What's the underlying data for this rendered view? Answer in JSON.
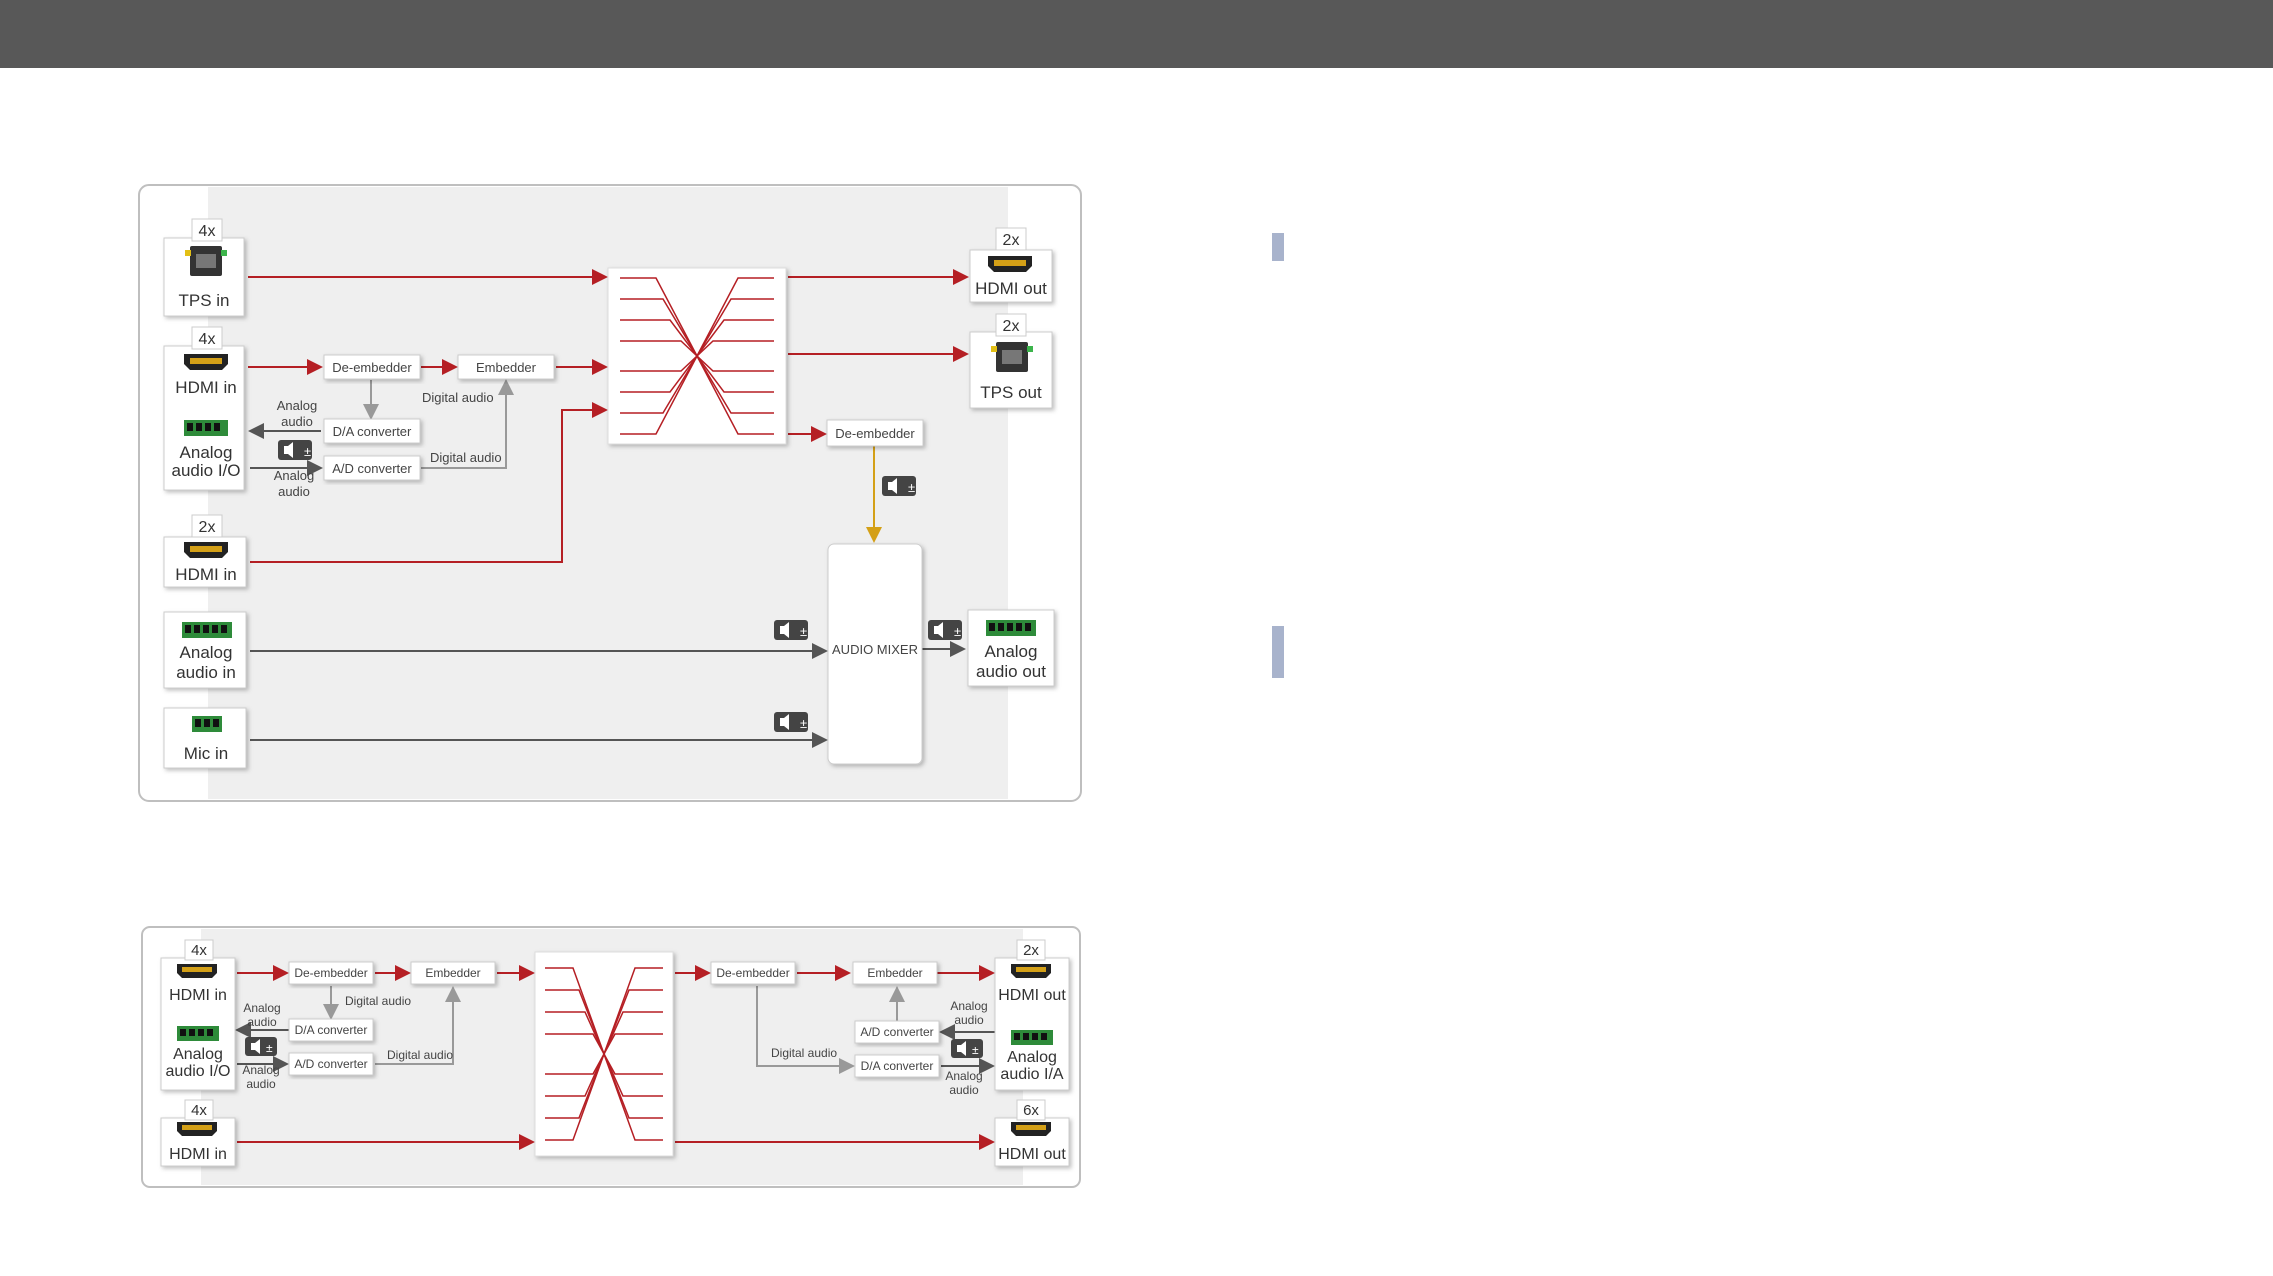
{
  "diagram1": {
    "counts": {
      "tps_in": "4x",
      "hdmi_in_a": "4x",
      "hdmi_in_b": "2x",
      "hdmi_out": "2x",
      "tps_out": "2x"
    },
    "ports": {
      "tps_in": "TPS in",
      "hdmi_in_a": "HDMI in",
      "analog_io_1": "Analog",
      "analog_io_2": "audio I/O",
      "hdmi_in_b": "HDMI in",
      "analog_in_1": "Analog",
      "analog_in_2": "audio in",
      "mic_in": "Mic in",
      "hdmi_out": "HDMI out",
      "tps_out": "TPS out",
      "analog_out_1": "Analog",
      "analog_out_2": "audio out"
    },
    "blocks": {
      "de_embedder": "De-embedder",
      "embedder": "Embedder",
      "da_converter": "D/A converter",
      "ad_converter": "A/D converter",
      "de_embedder_out": "De-embedder",
      "audio_mixer": "AUDIO MIXER"
    },
    "labels": {
      "digital_audio_1": "Digital audio",
      "digital_audio_2": "Digital audio",
      "analog_audio_in_1": "Analog",
      "analog_audio_in_2": "audio",
      "analog_audio_out_1": "Analog",
      "analog_audio_out_2": "audio"
    }
  },
  "diagram2": {
    "counts": {
      "hdmi_in_a": "4x",
      "hdmi_in_b": "4x",
      "hdmi_out_a": "2x",
      "hdmi_out_b": "6x"
    },
    "ports": {
      "hdmi_in_a": "HDMI in",
      "analog_io_1": "Analog",
      "analog_io_2": "audio I/O",
      "hdmi_in_b": "HDMI in",
      "hdmi_out_a": "HDMI out",
      "analog_ia_1": "Analog",
      "analog_ia_2": "audio I/A",
      "hdmi_out_b": "HDMI out"
    },
    "blocks": {
      "de_embedder_l": "De-embedder",
      "embedder_l": "Embedder",
      "da_converter_l": "D/A converter",
      "ad_converter_l": "A/D converter",
      "de_embedder_r": "De-embedder",
      "embedder_r": "Embedder",
      "ad_converter_r": "A/D converter",
      "da_converter_r": "D/A converter"
    },
    "labels": {
      "digital_audio_l1": "Digital audio",
      "digital_audio_l2": "Digital audio",
      "analog_audio_l_in_1": "Analog",
      "analog_audio_l_in_2": "audio",
      "analog_audio_l_out_1": "Analog",
      "analog_audio_l_out_2": "audio",
      "digital_audio_r": "Digital audio",
      "analog_audio_r_in_1": "Analog",
      "analog_audio_r_in_2": "audio",
      "analog_audio_r_out_1": "Analog",
      "analog_audio_r_out_2": "audio"
    }
  },
  "colors": {
    "signal": "#b51f24",
    "audio": "#555555",
    "gold": "#d4a017",
    "header": "#585858",
    "accent": "#a8b3cc"
  }
}
